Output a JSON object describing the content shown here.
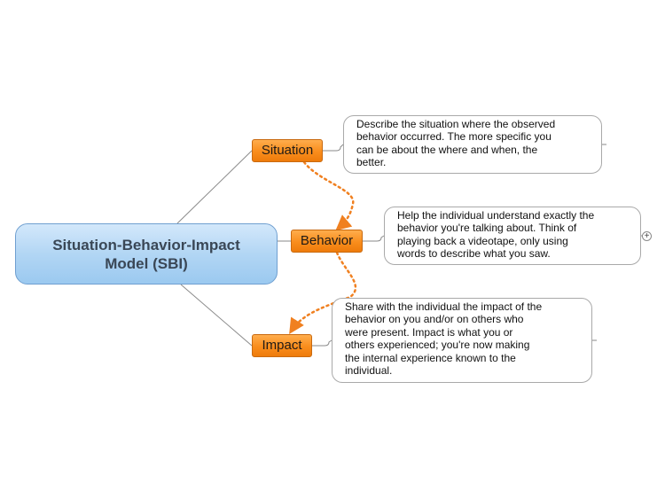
{
  "central": {
    "line1": "Situation-Behavior-Impact",
    "line2": "Model (SBI)"
  },
  "topics": {
    "situation": "Situation",
    "behavior": "Behavior",
    "impact": "Impact"
  },
  "notes": {
    "situation": [
      "Describe the situation where the observed",
      "behavior occurred.  The more specific you",
      "can be about the where and when, the",
      "better."
    ],
    "behavior": [
      "Help the individual understand exactly the",
      "behavior you're talking about.  Think of",
      "playing back a videotape, only using",
      "words to describe what you saw."
    ],
    "impact": [
      "Share with the individual the impact of the",
      "behavior on you and/or on others who",
      "were present.  Impact is what you or",
      "others experienced; you're now making",
      "the internal experience known to the",
      "individual."
    ]
  },
  "expander_symbol": "+",
  "colors": {
    "topic_fill": "#f98d1c",
    "central_fill": "#b2d6f4",
    "relationship_line": "#f08020",
    "connector": "#8a8a8a"
  }
}
